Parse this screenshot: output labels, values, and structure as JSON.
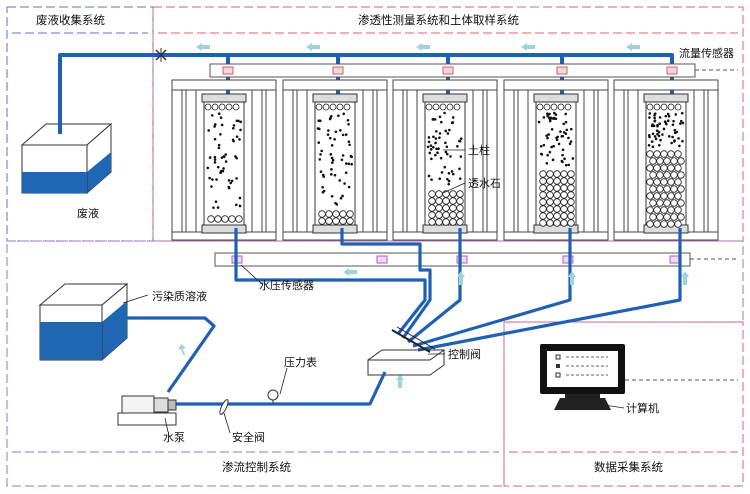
{
  "systems": {
    "waste": "废液收集系统",
    "permeability": "渗透性测量系统和土体取样系统",
    "seepage": "渗流控制系统",
    "data": "数据采集系统"
  },
  "labels": {
    "waste_liquid": "废液",
    "flow_sensor": "流量传感器",
    "soil_column": "土柱",
    "permeable_stone": "透水石",
    "water_pressure_sensor": "水压传感器",
    "pollutant_solution": "污染质溶液",
    "control_valve": "控制阀",
    "pressure_gauge": "压力表",
    "water_pump": "水泵",
    "safety_valve": "安全阀",
    "computer": "计算机"
  },
  "colors": {
    "pipe": "#1f5fb5",
    "liquid": "#1f66b3",
    "flow_arrow": "#9fd3dc",
    "sensor": "#c060c0",
    "frame_red": "#e06070",
    "frame_blue": "#5b6fd0",
    "frame_purple": "#a070c0"
  }
}
